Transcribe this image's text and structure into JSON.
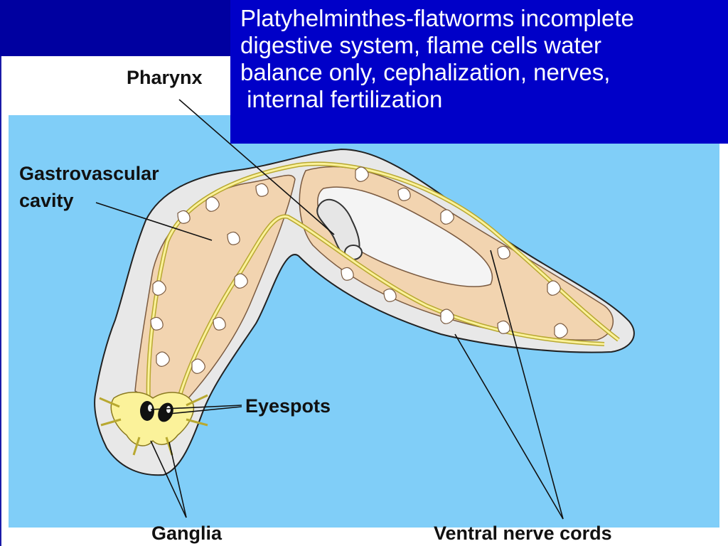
{
  "slide": {
    "title_lines": [
      "Platyhelminthes-flatworms incomplete",
      "digestive system, flame cells water",
      "balance only, cephalization, nerves,",
      " internal fertilization"
    ]
  },
  "labels": {
    "pharynx": "Pharynx",
    "gastrovascular_line1": "Gastrovascular",
    "gastrovascular_line2": "cavity",
    "eyespots": "Eyespots",
    "ganglia": "Ganglia",
    "ventral_nerve_cords": "Ventral nerve cords"
  },
  "colors": {
    "slide_background": "#0000a0",
    "title_box": "#0000c8",
    "water": "#80cef8",
    "body": "#e8e8e8",
    "gut": "#f2d4b0",
    "nerve": "#fbf29a"
  }
}
